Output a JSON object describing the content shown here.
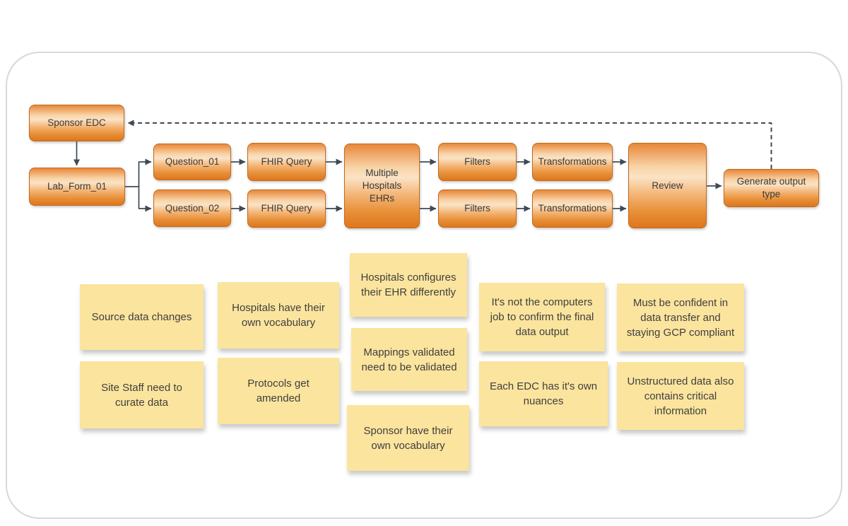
{
  "colors": {
    "node_border": "#BE6A1F",
    "node_gradient_top": "#E8873A",
    "node_gradient_light": "#FBE3C5",
    "node_gradient_bottom": "#DE761E",
    "node_text": "#3A3A3A",
    "connector": "#3F4A54",
    "sticky_fill": "#FBE49D",
    "sticky_text": "#3F3F3F",
    "frame_border": "#D8D8D8"
  },
  "flowchart": {
    "nodes": [
      {
        "label": "Sponsor EDC"
      },
      {
        "label": "Lab_Form_01"
      },
      {
        "label": "Question_01"
      },
      {
        "label": "Question_02"
      },
      {
        "label": "FHIR Query"
      },
      {
        "label": "FHIR Query"
      },
      {
        "label": "Multiple Hospitals EHRs"
      },
      {
        "label": "Filters"
      },
      {
        "label": "Filters"
      },
      {
        "label": "Transformations"
      },
      {
        "label": "Transformations"
      },
      {
        "label": "Review"
      },
      {
        "label": "Generate output type"
      }
    ]
  },
  "sticky_notes": [
    {
      "text": "Source data changes"
    },
    {
      "text": "Hospitals have their own vocabulary"
    },
    {
      "text": "Hospitals configures their EHR differently"
    },
    {
      "text": "It's not the computers job to confirm the final data output"
    },
    {
      "text": "Must be confident in data transfer and staying GCP compliant"
    },
    {
      "text": "Site Staff need to curate data"
    },
    {
      "text": "Protocols get amended"
    },
    {
      "text": "Mappings validated need to be validated"
    },
    {
      "text": "Each EDC has it's own nuances"
    },
    {
      "text": "Unstructured data also contains critical information"
    },
    {
      "text": "Sponsor have their own vocabulary"
    }
  ]
}
